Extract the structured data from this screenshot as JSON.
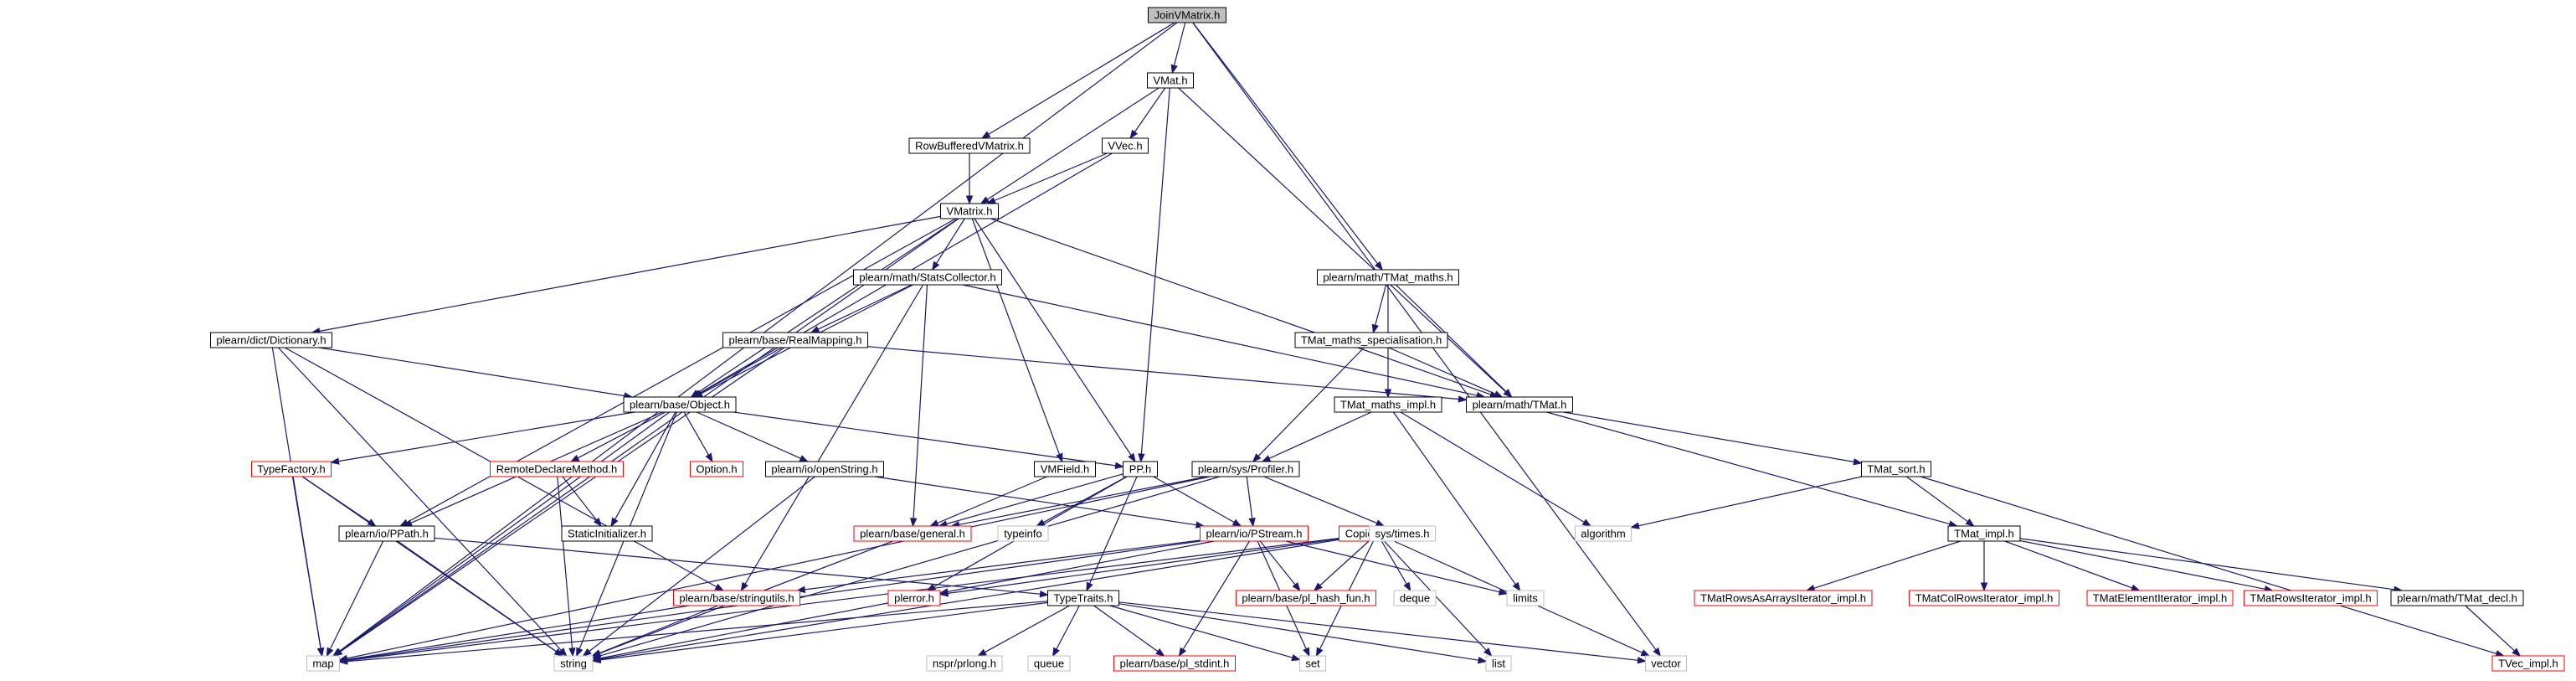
{
  "graph": {
    "colors": {
      "edge": "#191970",
      "border_default": "#000000",
      "border_red": "#ff0000",
      "border_grey": "#bfbfbf",
      "fill_root": "#bfbfbf",
      "text": "#000000"
    },
    "nodes": [
      {
        "id": "JoinVMatrix",
        "label": "JoinVMatrix.h",
        "style": "root"
      },
      {
        "id": "map",
        "label": "map",
        "style": "grey"
      },
      {
        "id": "VMat",
        "label": "VMat.h",
        "style": "black"
      },
      {
        "id": "RowBuffered",
        "label": "RowBufferedVMatrix.h",
        "style": "black"
      },
      {
        "id": "TMat_maths",
        "label": "plearn/math/TMat_maths.h",
        "style": "black"
      },
      {
        "id": "vector",
        "label": "vector",
        "style": "grey"
      },
      {
        "id": "VVec",
        "label": "VVec.h",
        "style": "black"
      },
      {
        "id": "VMatrix",
        "label": "VMatrix.h",
        "style": "black"
      },
      {
        "id": "PP",
        "label": "PP.h",
        "style": "black"
      },
      {
        "id": "TMat",
        "label": "plearn/math/TMat.h",
        "style": "black"
      },
      {
        "id": "StatsCollector",
        "label": "plearn/math/StatsCollector.h",
        "style": "black"
      },
      {
        "id": "Dictionary",
        "label": "plearn/dict/Dictionary.h",
        "style": "black"
      },
      {
        "id": "RealMapping",
        "label": "plearn/base/RealMapping.h",
        "style": "black"
      },
      {
        "id": "Object",
        "label": "plearn/base/Object.h",
        "style": "black"
      },
      {
        "id": "TMat_maths_spec",
        "label": "TMat_maths_specialisation.h",
        "style": "black"
      },
      {
        "id": "TMat_maths_impl",
        "label": "TMat_maths_impl.h",
        "style": "black"
      },
      {
        "id": "TypeFactory",
        "label": "TypeFactory.h",
        "style": "red"
      },
      {
        "id": "RemoteDeclare",
        "label": "RemoteDeclareMethod.h",
        "style": "red"
      },
      {
        "id": "Option",
        "label": "Option.h",
        "style": "red"
      },
      {
        "id": "openString",
        "label": "plearn/io/openString.h",
        "style": "black"
      },
      {
        "id": "VMField",
        "label": "VMField.h",
        "style": "black"
      },
      {
        "id": "Profiler",
        "label": "plearn/sys/Profiler.h",
        "style": "black"
      },
      {
        "id": "TMat_sort",
        "label": "TMat_sort.h",
        "style": "black"
      },
      {
        "id": "PPath",
        "label": "plearn/io/PPath.h",
        "style": "black"
      },
      {
        "id": "StaticInit",
        "label": "StaticInitializer.h",
        "style": "black"
      },
      {
        "id": "general",
        "label": "plearn/base/general.h",
        "style": "red"
      },
      {
        "id": "typeinfo",
        "label": "typeinfo",
        "style": "grey"
      },
      {
        "id": "PStream",
        "label": "plearn/io/PStream.h",
        "style": "red"
      },
      {
        "id": "CopiesMap",
        "label": "CopiesMap.h",
        "style": "red"
      },
      {
        "id": "systimes",
        "label": "sys/times.h",
        "style": "grey"
      },
      {
        "id": "algorithm",
        "label": "algorithm",
        "style": "grey"
      },
      {
        "id": "TMat_impl",
        "label": "TMat_impl.h",
        "style": "black"
      },
      {
        "id": "stringutils",
        "label": "plearn/base/stringutils.h",
        "style": "red"
      },
      {
        "id": "plerror",
        "label": "plerror.h",
        "style": "red"
      },
      {
        "id": "TypeTraits",
        "label": "TypeTraits.h",
        "style": "black"
      },
      {
        "id": "hashfun",
        "label": "plearn/base/pl_hash_fun.h",
        "style": "red"
      },
      {
        "id": "deque",
        "label": "deque",
        "style": "grey"
      },
      {
        "id": "limits",
        "label": "limits",
        "style": "grey"
      },
      {
        "id": "TMatRowsAsArrays",
        "label": "TMatRowsAsArraysIterator_impl.h",
        "style": "red"
      },
      {
        "id": "TMatColRows",
        "label": "TMatColRowsIterator_impl.h",
        "style": "red"
      },
      {
        "id": "TMatElement",
        "label": "TMatElementIterator_impl.h",
        "style": "red"
      },
      {
        "id": "TMatRowsIt",
        "label": "TMatRowsIterator_impl.h",
        "style": "red"
      },
      {
        "id": "TMat_decl",
        "label": "plearn/math/TMat_decl.h",
        "style": "black"
      },
      {
        "id": "string",
        "label": "string",
        "style": "grey"
      },
      {
        "id": "nspr",
        "label": "nspr/prlong.h",
        "style": "grey"
      },
      {
        "id": "queue",
        "label": "queue",
        "style": "grey"
      },
      {
        "id": "stdint",
        "label": "plearn/base/pl_stdint.h",
        "style": "red"
      },
      {
        "id": "set",
        "label": "set",
        "style": "grey"
      },
      {
        "id": "list",
        "label": "list",
        "style": "grey"
      },
      {
        "id": "TVec_impl",
        "label": "TVec_impl.h",
        "style": "red"
      }
    ],
    "edges": [
      [
        "JoinVMatrix",
        "map"
      ],
      [
        "JoinVMatrix",
        "VMat"
      ],
      [
        "JoinVMatrix",
        "RowBuffered"
      ],
      [
        "JoinVMatrix",
        "TMat_maths"
      ],
      [
        "JoinVMatrix",
        "vector"
      ],
      [
        "VMat",
        "VVec"
      ],
      [
        "VMat",
        "VMatrix"
      ],
      [
        "VMat",
        "PP"
      ],
      [
        "VMat",
        "TMat"
      ],
      [
        "RowBuffered",
        "VMatrix"
      ],
      [
        "VVec",
        "VMatrix"
      ],
      [
        "VVec",
        "Object"
      ],
      [
        "TMat_maths",
        "TMat_maths_spec"
      ],
      [
        "TMat_maths",
        "TMat_maths_impl"
      ],
      [
        "TMat_maths",
        "TMat"
      ],
      [
        "VMatrix",
        "StatsCollector"
      ],
      [
        "VMatrix",
        "Dictionary"
      ],
      [
        "VMatrix",
        "Object"
      ],
      [
        "VMatrix",
        "VMField"
      ],
      [
        "VMatrix",
        "PP"
      ],
      [
        "VMatrix",
        "TMat"
      ],
      [
        "VMatrix",
        "PPath"
      ],
      [
        "VMatrix",
        "map"
      ],
      [
        "StatsCollector",
        "RealMapping"
      ],
      [
        "StatsCollector",
        "Object"
      ],
      [
        "StatsCollector",
        "TMat"
      ],
      [
        "StatsCollector",
        "general"
      ],
      [
        "StatsCollector",
        "stringutils"
      ],
      [
        "Dictionary",
        "Object"
      ],
      [
        "Dictionary",
        "map"
      ],
      [
        "Dictionary",
        "string"
      ],
      [
        "Dictionary",
        "stringutils"
      ],
      [
        "RealMapping",
        "Object"
      ],
      [
        "RealMapping",
        "TMat"
      ],
      [
        "RealMapping",
        "map"
      ],
      [
        "TMat_maths_spec",
        "TMat"
      ],
      [
        "TMat_maths_spec",
        "Profiler"
      ],
      [
        "TMat_maths_impl",
        "Profiler"
      ],
      [
        "TMat_maths_impl",
        "algorithm"
      ],
      [
        "TMat_maths_impl",
        "limits"
      ],
      [
        "TMat",
        "TMat_sort"
      ],
      [
        "TMat",
        "TMat_impl"
      ],
      [
        "Object",
        "TypeFactory"
      ],
      [
        "Object",
        "RemoteDeclare"
      ],
      [
        "Object",
        "Option"
      ],
      [
        "Object",
        "openString"
      ],
      [
        "Object",
        "PP"
      ],
      [
        "Object",
        "PPath"
      ],
      [
        "Object",
        "StaticInit"
      ],
      [
        "Object",
        "map"
      ],
      [
        "Object",
        "string"
      ],
      [
        "TypeFactory",
        "PPath"
      ],
      [
        "TypeFactory",
        "map"
      ],
      [
        "TypeFactory",
        "string"
      ],
      [
        "RemoteDeclare",
        "StaticInit"
      ],
      [
        "RemoteDeclare",
        "string"
      ],
      [
        "openString",
        "PStream"
      ],
      [
        "openString",
        "string"
      ],
      [
        "VMField",
        "general"
      ],
      [
        "PP",
        "general"
      ],
      [
        "PP",
        "typeinfo"
      ],
      [
        "PP",
        "PStream"
      ],
      [
        "PP",
        "TypeTraits"
      ],
      [
        "PP",
        "plerror"
      ],
      [
        "Profiler",
        "PStream"
      ],
      [
        "Profiler",
        "systimes"
      ],
      [
        "Profiler",
        "general"
      ],
      [
        "Profiler",
        "map"
      ],
      [
        "Profiler",
        "string"
      ],
      [
        "TMat_sort",
        "algorithm"
      ],
      [
        "TMat_sort",
        "TMat_impl"
      ],
      [
        "TMat_sort",
        "TVec_impl"
      ],
      [
        "PPath",
        "map"
      ],
      [
        "PPath",
        "string"
      ],
      [
        "PPath",
        "TypeTraits"
      ],
      [
        "general",
        "string"
      ],
      [
        "PStream",
        "stringutils"
      ],
      [
        "PStream",
        "plerror"
      ],
      [
        "PStream",
        "hashfun"
      ],
      [
        "PStream",
        "stdint"
      ],
      [
        "PStream",
        "set"
      ],
      [
        "PStream",
        "map"
      ],
      [
        "PStream",
        "limits"
      ],
      [
        "CopiesMap",
        "plerror"
      ],
      [
        "CopiesMap",
        "map"
      ],
      [
        "CopiesMap",
        "string"
      ],
      [
        "CopiesMap",
        "deque"
      ],
      [
        "CopiesMap",
        "set"
      ],
      [
        "CopiesMap",
        "vector"
      ],
      [
        "CopiesMap",
        "list"
      ],
      [
        "CopiesMap",
        "hashfun"
      ],
      [
        "TMat_impl",
        "TMatRowsAsArrays"
      ],
      [
        "TMat_impl",
        "TMatColRows"
      ],
      [
        "TMat_impl",
        "TMatElement"
      ],
      [
        "TMat_impl",
        "TMatRowsIt"
      ],
      [
        "TMat_impl",
        "TMat_decl"
      ],
      [
        "TMat_decl",
        "TVec_impl"
      ],
      [
        "stringutils",
        "map"
      ],
      [
        "stringutils",
        "string"
      ],
      [
        "plerror",
        "string"
      ],
      [
        "TypeTraits",
        "string"
      ],
      [
        "TypeTraits",
        "nspr"
      ],
      [
        "TypeTraits",
        "queue"
      ],
      [
        "TypeTraits",
        "stdint"
      ],
      [
        "TypeTraits",
        "set"
      ],
      [
        "TypeTraits",
        "vector"
      ],
      [
        "TypeTraits",
        "list"
      ],
      [
        "TypeTraits",
        "map"
      ]
    ]
  }
}
